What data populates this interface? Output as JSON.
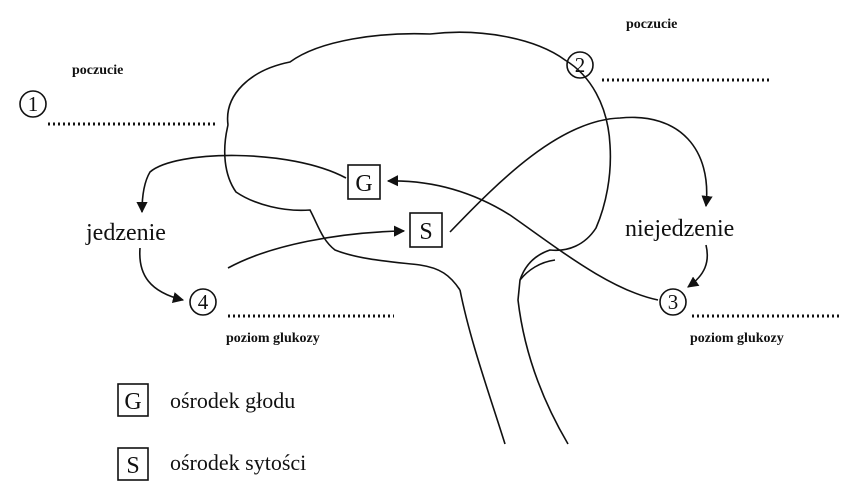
{
  "labels": {
    "feeling_left": "poczucie",
    "feeling_right": "poczucie",
    "eating": "jedzenie",
    "not_eating": "niejedzenie",
    "glucose_left": "poziom glukozy",
    "glucose_right": "poziom glukozy"
  },
  "markers": {
    "one": "1",
    "two": "2",
    "three": "3",
    "four": "4"
  },
  "centers": {
    "g": "G",
    "s": "S"
  },
  "legend": {
    "g_symbol": "G",
    "g_text": "ośrodek głodu",
    "s_symbol": "S",
    "s_text": "ośrodek sytości"
  }
}
